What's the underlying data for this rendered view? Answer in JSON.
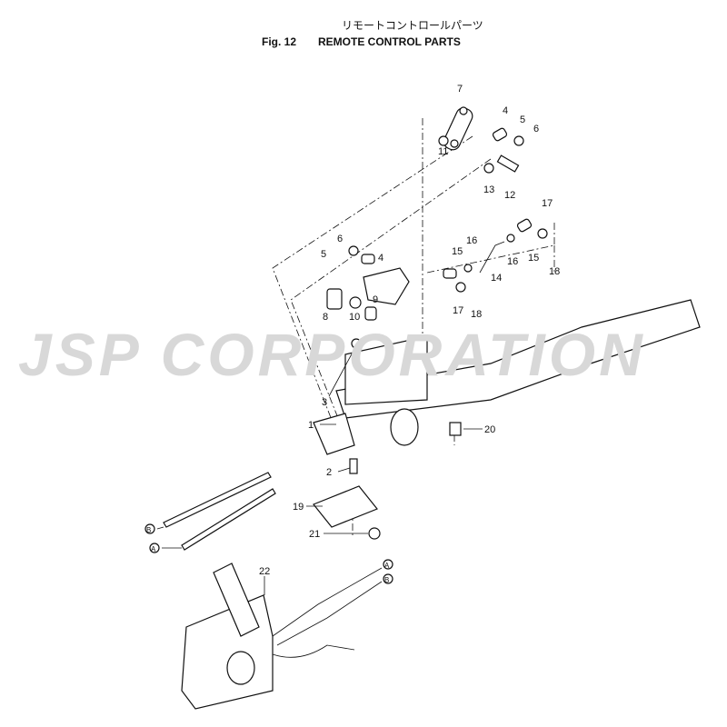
{
  "header": {
    "title_japanese": "リモートコントロールパーツ",
    "figure_number": "Fig. 12",
    "title": "REMOTE CONTROL PARTS"
  },
  "watermark": "JSP CORPORATION",
  "callouts": [
    "7",
    "4",
    "5",
    "6",
    "11",
    "13",
    "12",
    "17",
    "15",
    "18",
    "16",
    "14",
    "16",
    "15",
    "17",
    "18",
    "6",
    "5",
    "4",
    "8",
    "9",
    "10",
    "3",
    "1",
    "2",
    "20",
    "19",
    "21",
    "22",
    "A",
    "B",
    "A",
    "B"
  ]
}
